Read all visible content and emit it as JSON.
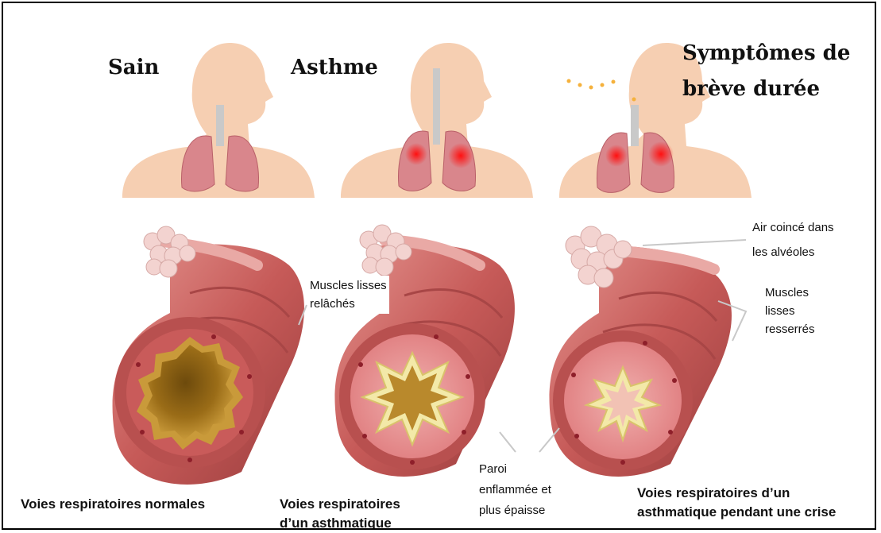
{
  "headings": {
    "healthy": "Sain",
    "asthma": "Asthme",
    "short_symptoms_line1": "Symptômes de",
    "short_symptoms_line2": "brève durée"
  },
  "captions": {
    "normal": "Voies respiratoires normales",
    "asthmatic_line1": "Voies respiratoires",
    "asthmatic_line2": "d’un asthmatique",
    "crisis_line1": "Voies respiratoires d’un",
    "crisis_line2": "asthmatique pendant une crise"
  },
  "annotations": {
    "relaxed_line1": "Muscles lisses",
    "relaxed_line2": "relâchés",
    "air_trapped_line1": "Air coincé dans",
    "air_trapped_line2": "les alvéoles",
    "tightened_line1": "Muscles",
    "tightened_line2": "lisses",
    "tightened_line3": "resserrés",
    "wall_line1": "Paroi",
    "wall_line2": "enflammée et",
    "wall_line3": "plus épaisse"
  },
  "colors": {
    "skin": "#f6cfb2",
    "lung": "#d9868c",
    "inflammation": "#ee1c24",
    "airway_wall": "#c9605f",
    "airway_ring": "#b8504f",
    "lumen_normal": "#a77d1d",
    "mucosa": "#f3e9a8",
    "alveoli": "#f3d3d0"
  }
}
